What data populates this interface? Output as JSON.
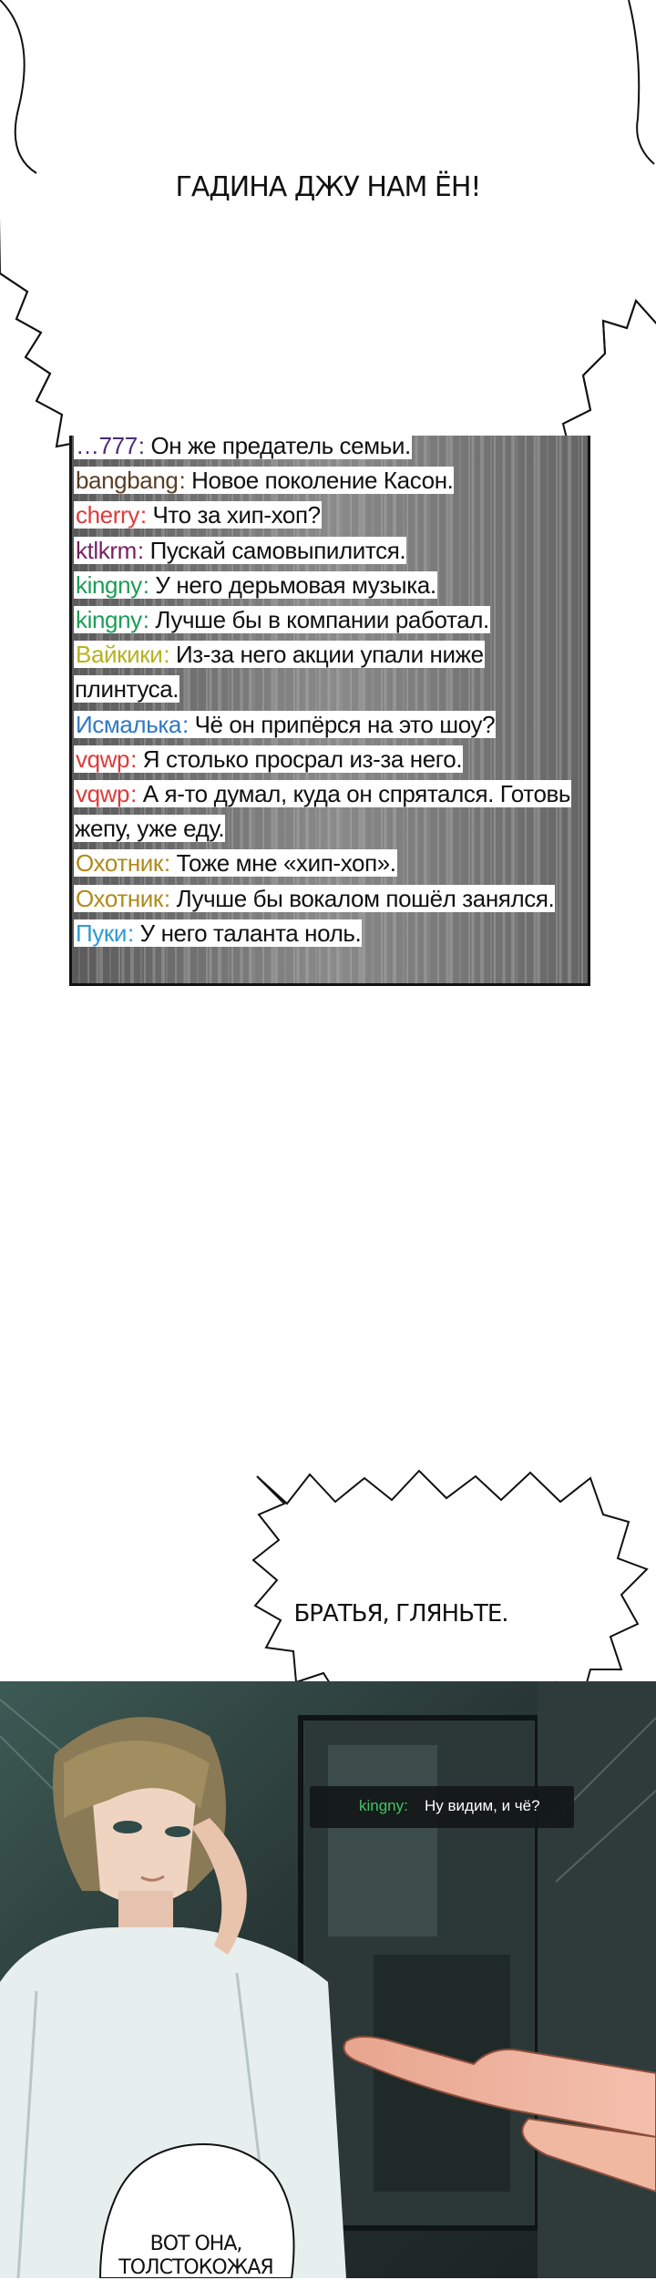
{
  "speech": {
    "top": "ГАДИНА ДЖУ НАМ ЁН!",
    "middle": "БРАТЬЯ, ГЛЯНЬТЕ.",
    "bottom_line1": "ВОТ ОНА,",
    "bottom_line2": "ТОЛСТОКОЖАЯ"
  },
  "chat": {
    "messages": [
      {
        "user": "…777",
        "user_color": "#4b2a7a",
        "text": "Он же предатель семьи."
      },
      {
        "user": "bangbang",
        "user_color": "#5a3e24",
        "text": "Новое поколение Касон."
      },
      {
        "user": "cherry",
        "user_color": "#e03a3a",
        "text": "Что за хип-хоп?"
      },
      {
        "user": "ktlkrm",
        "user_color": "#7a1f60",
        "text": "Пускай самовыпилится."
      },
      {
        "user": "kingny",
        "user_color": "#1c9e55",
        "text": "У него дерьмовая музыка."
      },
      {
        "user": "kingny",
        "user_color": "#1c9e55",
        "text": "Лучше бы в компании работал."
      },
      {
        "user": "Вайкики",
        "user_color": "#b7b21f",
        "text": "Из-за него акции упали ниже плинтуса."
      },
      {
        "user": "Исмалька",
        "user_color": "#2f78c4",
        "text": "Чё он припёрся на это шоу?"
      },
      {
        "user": "vqwp",
        "user_color": "#e03a3a",
        "text": "Я столько просрал из-за него."
      },
      {
        "user": "vqwp",
        "user_color": "#e03a3a",
        "text": "А я-то думал, куда он спрятался. Готовь жепу, уже еду."
      },
      {
        "user": "Охотник",
        "user_color": "#b08a1c",
        "text": "Тоже мне «хип-хоп»."
      },
      {
        "user": "Охотник",
        "user_color": "#b08a1c",
        "text": "Лучше бы вокалом пошёл занялся."
      },
      {
        "user": "Пуки",
        "user_color": "#2f9ad4",
        "text": "У него таланта ноль."
      }
    ]
  },
  "overlay": {
    "user": "kingny:",
    "user_color": "#45c264",
    "text": "Ну видим, и чё?"
  }
}
